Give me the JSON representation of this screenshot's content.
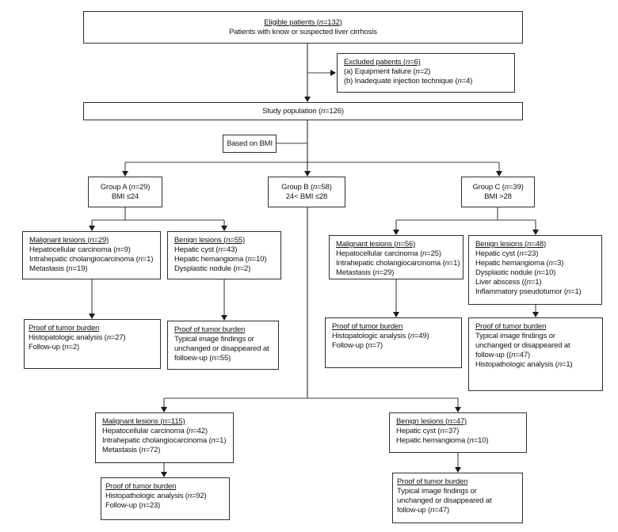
{
  "colors": {
    "background": "#ffffff",
    "line_gray": "#8c8c8c",
    "line_dark": "#3f3f3f",
    "text": "#141414"
  },
  "flowchart": {
    "eligible": {
      "title": "Eligible patients (n=132)",
      "lines": [
        "Patients with know or suspected liver cirrhosis"
      ]
    },
    "excluded": {
      "title": "Excluded patients (n=6)",
      "lines": [
        "(a) Equipment failure (n=2)",
        "(b) Inadequate injection technique (n=4)"
      ]
    },
    "study_population": {
      "title": "Study population (n=126)"
    },
    "based_on_bmi": {
      "label": "Based on BMI"
    },
    "group_a": {
      "lines": [
        "Group A (n=29)",
        "BMI ≤24"
      ]
    },
    "group_b": {
      "lines": [
        "Group B (n=58)",
        "24< BMI ≤28"
      ]
    },
    "group_c": {
      "lines": [
        "Group C (n=39)",
        "BMI >28"
      ]
    },
    "malignant_a": {
      "title": "Malignant lesions (n=29)",
      "lines": [
        "Hepatocellular carcinoma (n=9)",
        "Intrahepatic cholangiocarcinoma (n=1)",
        "Metastasis (n=19)"
      ]
    },
    "benign_a": {
      "title": "Benign lesions (n=55)",
      "lines": [
        "Hepatic cyst (n=43)",
        "Hepatic hemangioma (n=10)",
        "Dysplastic nodule (n=2)"
      ]
    },
    "malignant_c": {
      "title": "Malignant lesions (n=56)",
      "lines": [
        "Hepatocellular carcinoma (n=25)",
        "Intrahepatic cholangiocarcinoma (n=1)",
        "Metastasis (n=29)"
      ]
    },
    "benign_c": {
      "title": "Benign lesions (n=48)",
      "lines": [
        "Hepatic cyst (n=23)",
        "Hepatic hemangioma (n=3)",
        "Dysplastic nodule (n=10)",
        "Liver abscess ((n=1)",
        "Inflammatory pseudotumor (n=1)"
      ]
    },
    "proof_a1": {
      "title": "Proof of tumor burden",
      "lines": [
        "Histopatologic analysis (n=27)",
        "Follow-up (n=2)"
      ]
    },
    "proof_a2": {
      "title": "Proof of tumor burden",
      "lines": [
        "Typical image findings or",
        "unchanged or disappeared at",
        "folloew-up (n=55)"
      ]
    },
    "proof_c1": {
      "title": "Proof of tumor burden",
      "lines": [
        "Histopatologic analysis (n=49)",
        "Follow-up (n=7)"
      ]
    },
    "proof_c2": {
      "title": "Proof of tumor burden",
      "lines": [
        "Typical image findings or",
        "unchanged or disappeared at",
        "follow-up ((n=47)",
        "Histopathologic analysis (n=1)"
      ]
    },
    "malignant_b": {
      "title": "Malignant lesions (n=115)",
      "lines": [
        "Hepatocellular carcinoma (n=42)",
        "Intrahepatic cholangiocarcinoma (n=1)",
        "Metastasis (n=72)"
      ]
    },
    "benign_b": {
      "title": "Benign lesions (n=47)",
      "lines": [
        "Hepatic cyst (n=37)",
        "Hepatic hemangioma (n=10)"
      ]
    },
    "proof_b1": {
      "title": "Proof of tumor burden",
      "lines": [
        "Histopathologic analysis (n=92)",
        "Follow-up (n=23)"
      ]
    },
    "proof_b2": {
      "title": "Proof of tumor burden",
      "lines": [
        "Typical image findings or",
        "unchanged or disappeared at",
        "follow-up (n=47)"
      ]
    }
  }
}
